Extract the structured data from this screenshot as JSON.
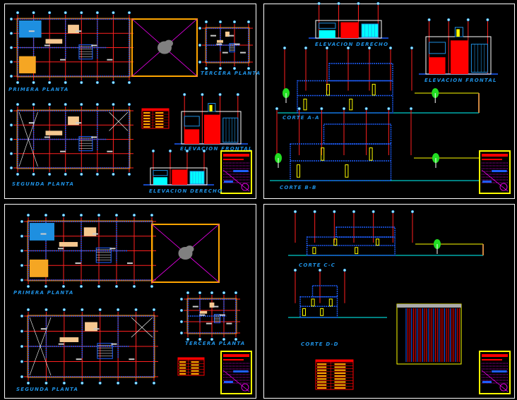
{
  "colors": {
    "background": "#000000",
    "grid": "#ff2020",
    "wall": "#1e5fff",
    "label": "#1e8fe0",
    "titleblock": "#ffff00",
    "frame": "#ffffff"
  },
  "sheets": [
    {
      "labels": {
        "first_floor": "PRIMERA PLANTA",
        "third_floor": "TERCERA PLANTA",
        "second_floor": "SEGUNDA PLANTA",
        "front_elevation": "ELEVACION FRONTAL",
        "right_elevation": "ELEVACION DERECHO"
      }
    },
    {
      "labels": {
        "right_elevation": "ELEVACION DERECHO",
        "front_elevation": "ELEVACION FRONTAL",
        "section_a": "CORTE A-A",
        "section_b": "CORTE B-B"
      }
    },
    {
      "labels": {
        "first_floor": "PRIMERA PLANTA",
        "third_floor": "TERCERA PLANTA",
        "second_floor": "SEGUNDA PLANTA"
      }
    },
    {
      "labels": {
        "section_c": "CORTE C-C",
        "section_d": "CORTE D-D"
      }
    }
  ]
}
